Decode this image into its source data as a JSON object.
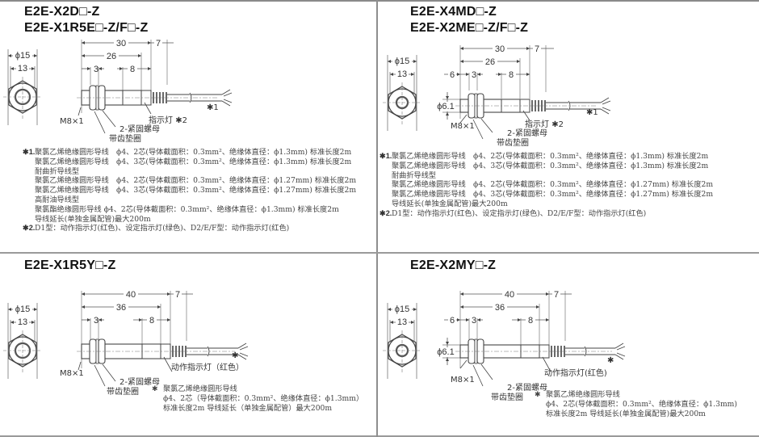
{
  "panels": [
    {
      "id": "top-left",
      "titles": [
        "E2E-X2D□-Z",
        "E2E-X1R5E□-Z/F□-Z"
      ],
      "front_view": {
        "outer_dia": "ϕ15",
        "across_flats": "13"
      },
      "dims": {
        "overall": "30",
        "tail": "7",
        "body": "26",
        "nut": "3",
        "indicator": "8"
      },
      "labels": {
        "thread": "M8×1",
        "indicator": "指示灯",
        "indicator_ref": "✱2",
        "cable_ref": "✱1",
        "nuts": "2-紧固螺母",
        "washer": "带齿垫圈"
      },
      "notes": [
        {
          "mark": "✱1.",
          "text": "聚氯乙烯绝缘圆形导线　ϕ4、2芯(导体截面积：0.3mm²、绝缘体直径：ϕ1.3mm) 标准长度2m"
        },
        {
          "mark": "",
          "text": "聚氯乙烯绝缘圆形导线　ϕ4、3芯(导体截面积：0.3mm²、绝缘体直径：ϕ1.3mm) 标准长度2m"
        },
        {
          "mark": "",
          "text": "耐曲折导线型"
        },
        {
          "mark": "",
          "text": "聚氯乙烯绝缘圆形导线　ϕ4、2芯(导体截面积：0.3mm²、绝缘体直径：ϕ1.27mm) 标准长度2m"
        },
        {
          "mark": "",
          "text": "聚氯乙烯绝缘圆形导线　ϕ4、3芯(导体截面积：0.3mm²、绝缘体直径：ϕ1.27mm) 标准长度2m"
        },
        {
          "mark": "",
          "text": "高耐油导线型"
        },
        {
          "mark": "",
          "text": "聚氯酯绝缘圆形导线 ϕ4、2芯(导体截面积：0.3mm²、绝缘体直径：ϕ1.3mm) 标准长度2m"
        },
        {
          "mark": "",
          "text": "导线延长(单独金属配管)最大200m"
        },
        {
          "mark": "✱2.",
          "text": "D1型：动作指示灯(红色)、设定指示灯(绿色)、D2/E/F型：动作指示灯(红色)"
        }
      ]
    },
    {
      "id": "top-right",
      "titles": [
        "E2E-X4MD□-Z",
        "E2E-X2ME□-Z/F□-Z"
      ],
      "front_view": {
        "outer_dia": "ϕ15",
        "across_flats": "13"
      },
      "dims": {
        "overall": "30",
        "tail": "7",
        "body": "26",
        "tip": "6",
        "nut": "3",
        "indicator": "8",
        "tip_dia": "ϕ6.1"
      },
      "labels": {
        "thread": "M8×1",
        "indicator": "指示灯",
        "indicator_ref": "✱2",
        "cable_ref": "✱1",
        "nuts": "2-紧固螺母",
        "washer": "带齿垫圈"
      },
      "notes": [
        {
          "mark": "✱1.",
          "text": "聚氯乙烯绝缘圆形导线　ϕ4、2芯(导体截面积：0.3mm²、绝缘体直径：ϕ1.3mm) 标准长度2m"
        },
        {
          "mark": "",
          "text": "聚氯乙烯绝缘圆形导线　ϕ4、3芯(导体截面积：0.3mm²、绝缘体直径：ϕ1.3mm) 标准长度2m"
        },
        {
          "mark": "",
          "text": "耐曲折导线型"
        },
        {
          "mark": "",
          "text": "聚氯乙烯绝缘圆形导线　ϕ4、2芯(导体截面积：0.3mm²、绝缘体直径：ϕ1.27mm) 标准长度2m"
        },
        {
          "mark": "",
          "text": "聚氯乙烯绝缘圆形导线　ϕ4、3芯(导体截面积：0.3mm²、绝缘体直径：ϕ1.27mm) 标准长度2m"
        },
        {
          "mark": "",
          "text": "导线延长(单独金属配管)最大200m"
        },
        {
          "mark": "✱2.",
          "text": "D1型：动作指示灯(红色)、设定指示灯(绿色)、D2/E/F型：动作指示灯(红色)"
        }
      ]
    },
    {
      "id": "bottom-left",
      "titles": [
        "E2E-X1R5Y□-Z"
      ],
      "front_view": {
        "outer_dia": "ϕ15",
        "across_flats": "13"
      },
      "dims": {
        "overall": "40",
        "tail": "7",
        "body": "36",
        "nut": "3",
        "indicator": "8"
      },
      "labels": {
        "thread": "M8×1",
        "indicator": "动作指示灯（红色）",
        "cable_ref": "✱",
        "nuts": "2-紧固螺母",
        "washer": "带齿垫圈"
      },
      "cable_note": {
        "mark": "✱",
        "lines": [
          "聚氯乙烯绝缘圆形导线",
          "ϕ4、2芯（导体截面积：0.3mm²、绝缘体直径：ϕ1.3mm）",
          "标准长度2m  导线延长（单独金属配管）最大200m"
        ]
      }
    },
    {
      "id": "bottom-right",
      "titles": [
        "E2E-X2MY□-Z"
      ],
      "front_view": {
        "outer_dia": "ϕ15",
        "across_flats": "13"
      },
      "dims": {
        "overall": "40",
        "tail": "7",
        "body": "36",
        "tip": "6",
        "nut": "3",
        "indicator": "8",
        "tip_dia": "ϕ6.1"
      },
      "labels": {
        "thread": "M8×1",
        "indicator": "动作指示灯(红色)",
        "cable_ref": "✱",
        "nuts": "2-紧固螺母",
        "washer": "带齿垫圈"
      },
      "cable_note": {
        "mark": "✱",
        "lines": [
          "聚氯乙烯绝缘圆形导线",
          "ϕ4、2芯(导体截面积：0.3mm²、绝缘体直径：ϕ1.3mm)",
          "标准长度2m  导线延长(单独金属配管)最大200m"
        ]
      }
    }
  ]
}
